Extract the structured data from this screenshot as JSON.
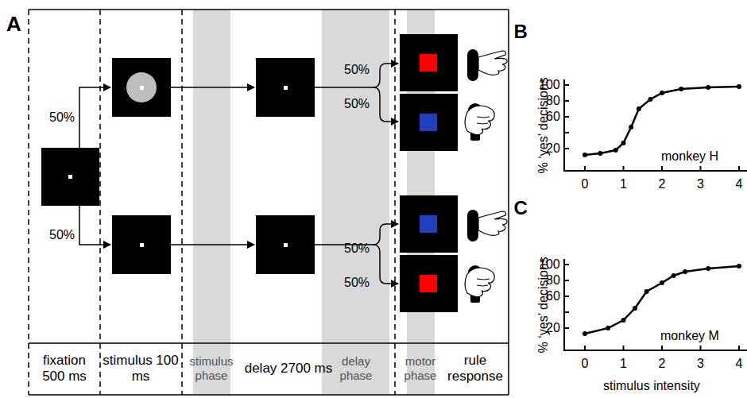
{
  "diagram": {
    "nodes": [
      {
        "text": [
          "fixation 500 ms"
        ]
      },
      {
        "text": [
          "stimulus 100 ms"
        ]
      },
      {
        "text": [
          "stimulus phase"
        ]
      },
      {
        "text": [
          "delay 2700 ms"
        ]
      },
      {
        "text": [
          "delay phase"
        ]
      },
      {
        "text": [
          "motor phase"
        ]
      },
      {
        "text": [
          "rule response"
        ]
      }
    ],
    "labels": [
      "A",
      "B",
      "C",
      "50%",
      "50%",
      "50%",
      "50%",
      "50%",
      "50%",
      "100",
      "80",
      "60",
      "20",
      "0",
      "1",
      "2",
      "3",
      "4",
      "% ‘yes’ decisions",
      "monkey H",
      "100",
      "80",
      "60",
      "20",
      "0",
      "1",
      "2",
      "3",
      "4",
      "% ‘yes’ decisions",
      "monkey M",
      "stimulus intensity"
    ]
  }
}
